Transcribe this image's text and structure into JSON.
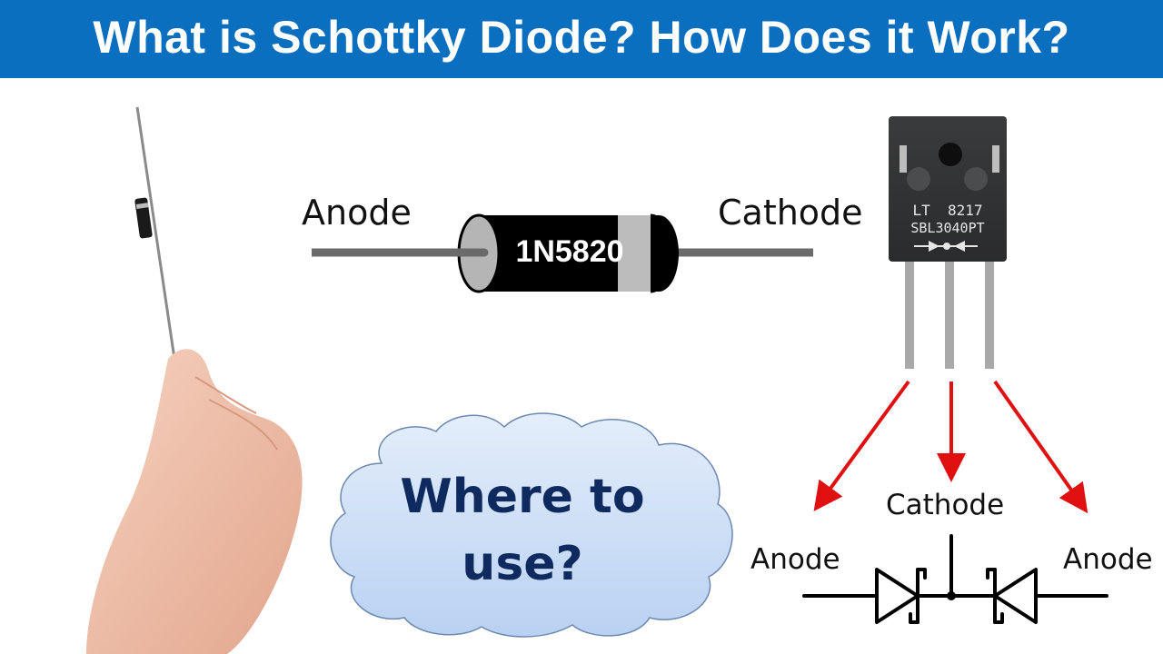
{
  "header": {
    "title": "What is Schottky Diode? How Does it Work?",
    "background_color": "#0b6fbf"
  },
  "axial_diode": {
    "part_number": "1N5820",
    "left_label": "Anode",
    "right_label": "Cathode"
  },
  "to247_package": {
    "marking_line1": "LT  8217",
    "marking_line2": "SBL3040PT"
  },
  "cloud": {
    "line1": "Where to",
    "line2": "use?"
  },
  "dual_diode_schematic": {
    "top_label": "Cathode",
    "left_label": "Anode",
    "right_label": "Anode",
    "arrow_color": "#e01010"
  }
}
